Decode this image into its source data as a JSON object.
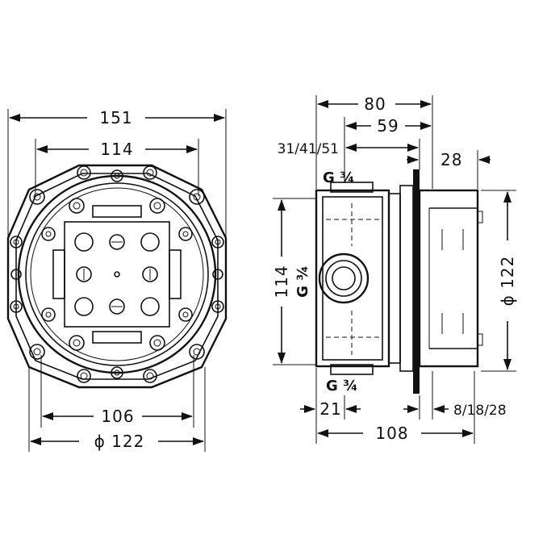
{
  "front_view": {
    "width_overall": "151",
    "width_inner": "114",
    "width_bottom": "106",
    "diameter": "ϕ 122"
  },
  "side_view": {
    "depth_80": "80",
    "depth_59": "59",
    "depth_range": "31/41/51",
    "offset_28": "28",
    "thread_top": "G ¾",
    "thread_side": "G ¾",
    "thread_bottom": "G ¾",
    "height_114": "114",
    "diameter_122": "ϕ 122",
    "dim_21": "21",
    "dim_108": "108",
    "plaster_range": "8/18/28"
  }
}
